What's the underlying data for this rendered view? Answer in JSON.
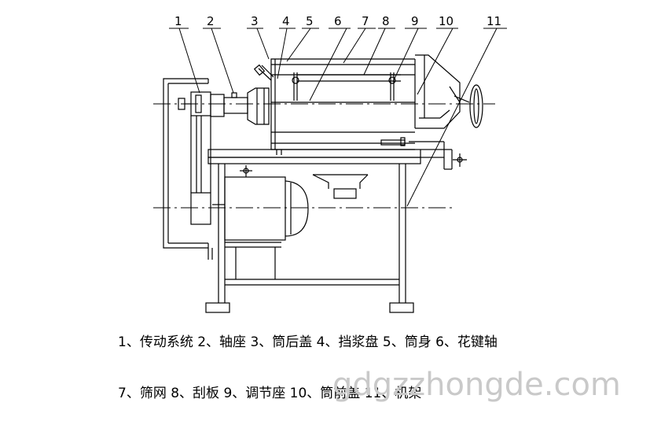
{
  "callouts": [
    "1",
    "2",
    "3",
    "4",
    "5",
    "6",
    "7",
    "8",
    "9",
    "10",
    "11"
  ],
  "legend": {
    "line1": "1、传动系统  2、轴座  3、筒后盖  4、挡浆盘  5、筒身  6、花键轴",
    "line2": "7、筛网  8、刮板  9、调节座  10、筒前盖  11、机架"
  },
  "watermark": "gdgzzhongde.com",
  "colors": {
    "line": "#000000",
    "watermark": "#c9c9c9",
    "background": "#ffffff"
  }
}
